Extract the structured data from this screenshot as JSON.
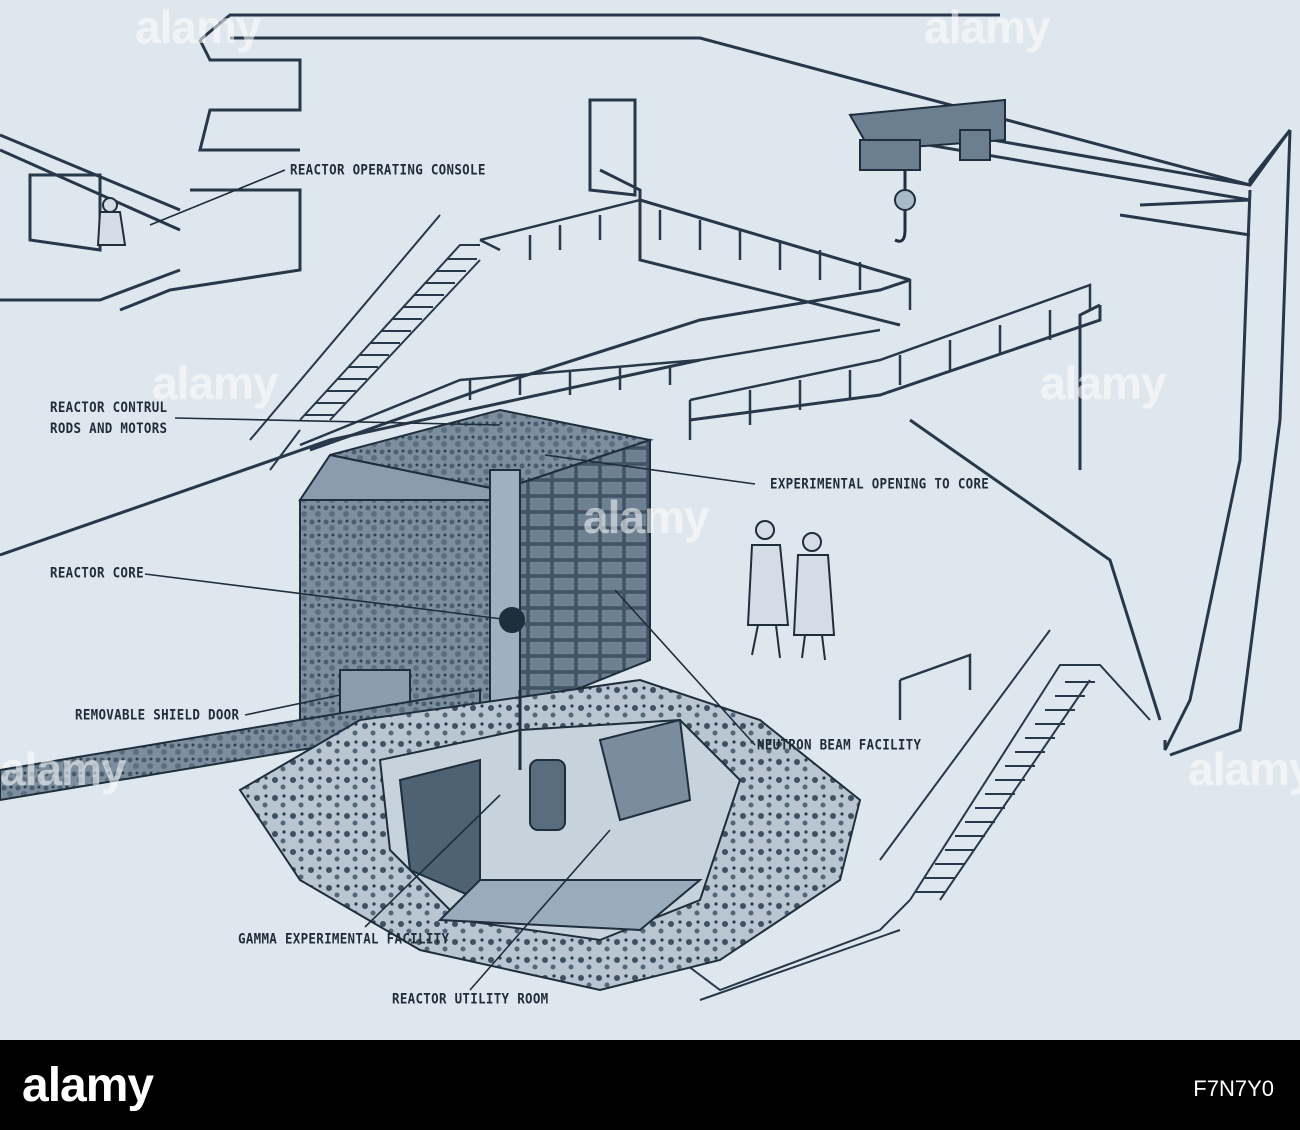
{
  "labels": {
    "console": "REACTOR OPERATING CONSOLE",
    "control_rods": "REACTOR CONTRUL\nRODS AND MOTORS",
    "experimental_opening": "EXPERIMENTAL OPENING TO CORE",
    "core": "REACTOR CORE",
    "shield_door": "REMOVABLE SHIELD DOOR",
    "neutron_beam": "NEUTRON BEAM FACILITY",
    "gamma": "GAMMA EXPERIMENTAL FACILITY",
    "utility_room": "REACTOR UTILITY ROOM"
  },
  "watermarks": [
    "alamy",
    "alamy",
    "alamy",
    "alamy",
    "alamy",
    "alamy",
    "alamy"
  ],
  "footer": {
    "brand": "alamy",
    "brand_sub": "",
    "image_code": "F7N7Y0"
  },
  "colors": {
    "paper": "#dfe7ee",
    "ink": "#1f2d3a",
    "footer_bg": "#000000"
  }
}
